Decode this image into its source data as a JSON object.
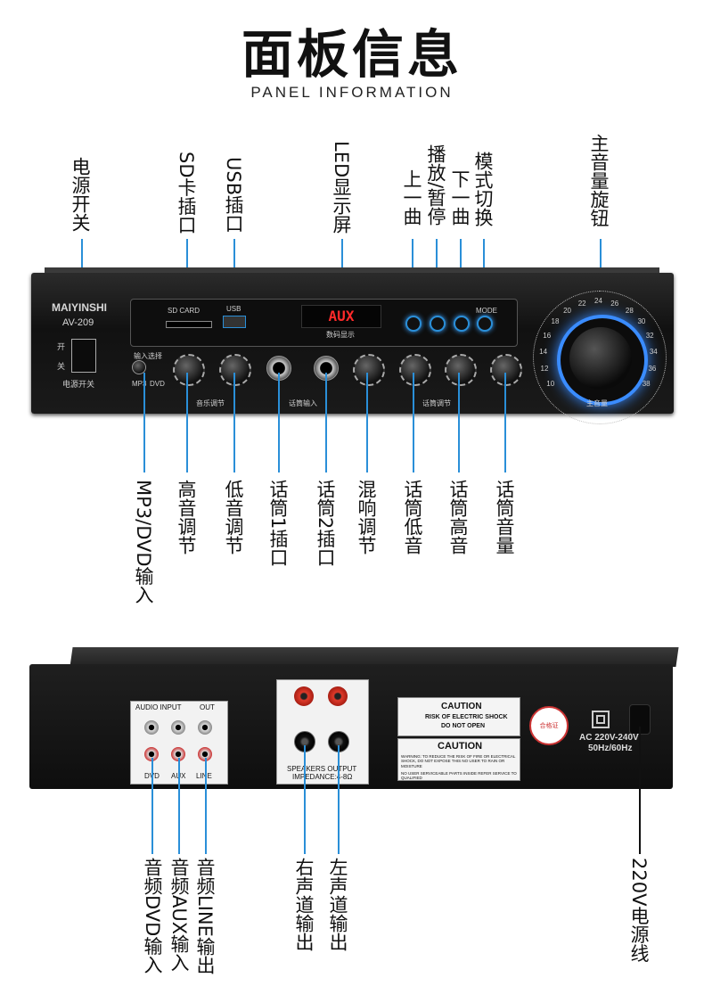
{
  "header": {
    "title": "面板信息",
    "subtitle": "PANEL INFORMATION"
  },
  "front_labels": {
    "power_switch": "电源开关",
    "sd_slot": "SD卡插口",
    "usb_slot": "USB插口",
    "led_display": "LED显示屏",
    "prev_track": "上一曲",
    "play_pause": "播放/暂停",
    "next_track": "下一曲",
    "mode_switch": "模式切换",
    "master_volume": "主音量旋钮",
    "mp3_dvd_input": "MP3/DVD输入",
    "treble": "高音调节",
    "bass": "低音调节",
    "mic1": "话筒1插口",
    "mic2": "话筒2插口",
    "echo": "混响调节",
    "mic_bass": "话筒低音",
    "mic_treble": "话筒高音",
    "mic_volume": "话筒音量"
  },
  "front_panel": {
    "brand": "MAIYINSHI",
    "model": "AV-209",
    "switch_on": "开",
    "switch_off": "关",
    "switch_caption": "电源开关",
    "sd_card": "SD CARD",
    "usb": "USB",
    "display_text": "AUX",
    "display_caption": "数码显示",
    "mode": "MODE",
    "input_select": "输入选择",
    "mp3": "MP3",
    "dvd": "DVD",
    "music_adjust": "音乐调节",
    "mic_input": "话筒输入",
    "mic_adjust": "话筒调节",
    "master_caption": "主音量",
    "scale_ticks": [
      "10",
      "12",
      "14",
      "16",
      "18",
      "20",
      "22",
      "24",
      "26",
      "28",
      "30",
      "32",
      "34",
      "36",
      "38"
    ]
  },
  "rear_labels": {
    "audio_dvd": "音频DVD输入",
    "audio_aux": "音频AUX输入",
    "audio_line": "音频LINE输出",
    "right_out": "右声道输出",
    "left_out": "左声道输出",
    "power_cord": "220V电源线"
  },
  "rear_panel": {
    "audio_input": "AUDIO INPUT",
    "out": "OUT",
    "dvd": "DVD",
    "aux": "AUX",
    "line": "LINE",
    "speakers_output": "SPEAKERS OUTPUT",
    "impedance": "IMPEDANCE:4-8Ω",
    "caution": "CAUTION",
    "risk_line1": "RISK OF ELECTRIC SHOCK",
    "risk_line2": "DO NOT OPEN",
    "caution2": "CAUTION",
    "warning_text": "WARNING: TO REDUCE THE RISK OF FIRE OR ELECTRICAL SHOCK, DO NOT EXPOSE THIS NO USER TO RAIN OR MOISTURE",
    "service_text": "NO USER SERVICEABLE PARTS INSIDE REFER SERVICE TO QUALIFIED",
    "seal": "合格证",
    "ac_spec1": "AC 220V-240V",
    "ac_spec2": "50Hz/60Hz"
  }
}
